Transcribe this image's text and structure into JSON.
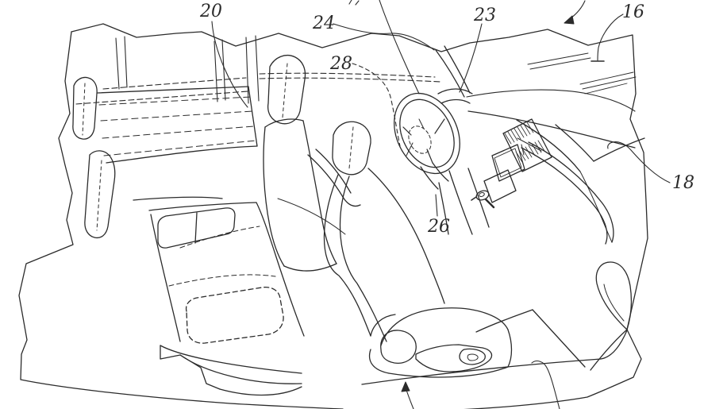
{
  "figure": {
    "kind": "patent-style line drawing",
    "subject": "Perspective view of a vehicle interior with seat rows, steering wheel, dashboard, center console and door panel, shown broken away with jagged edges",
    "background_color": "#ffffff",
    "line_color": "#2b2b2b"
  },
  "reference_labels": {
    "n16": "16",
    "n18": "18",
    "n20": "20",
    "n23": "23",
    "n24": "24",
    "n26": "26",
    "n28": "28"
  }
}
